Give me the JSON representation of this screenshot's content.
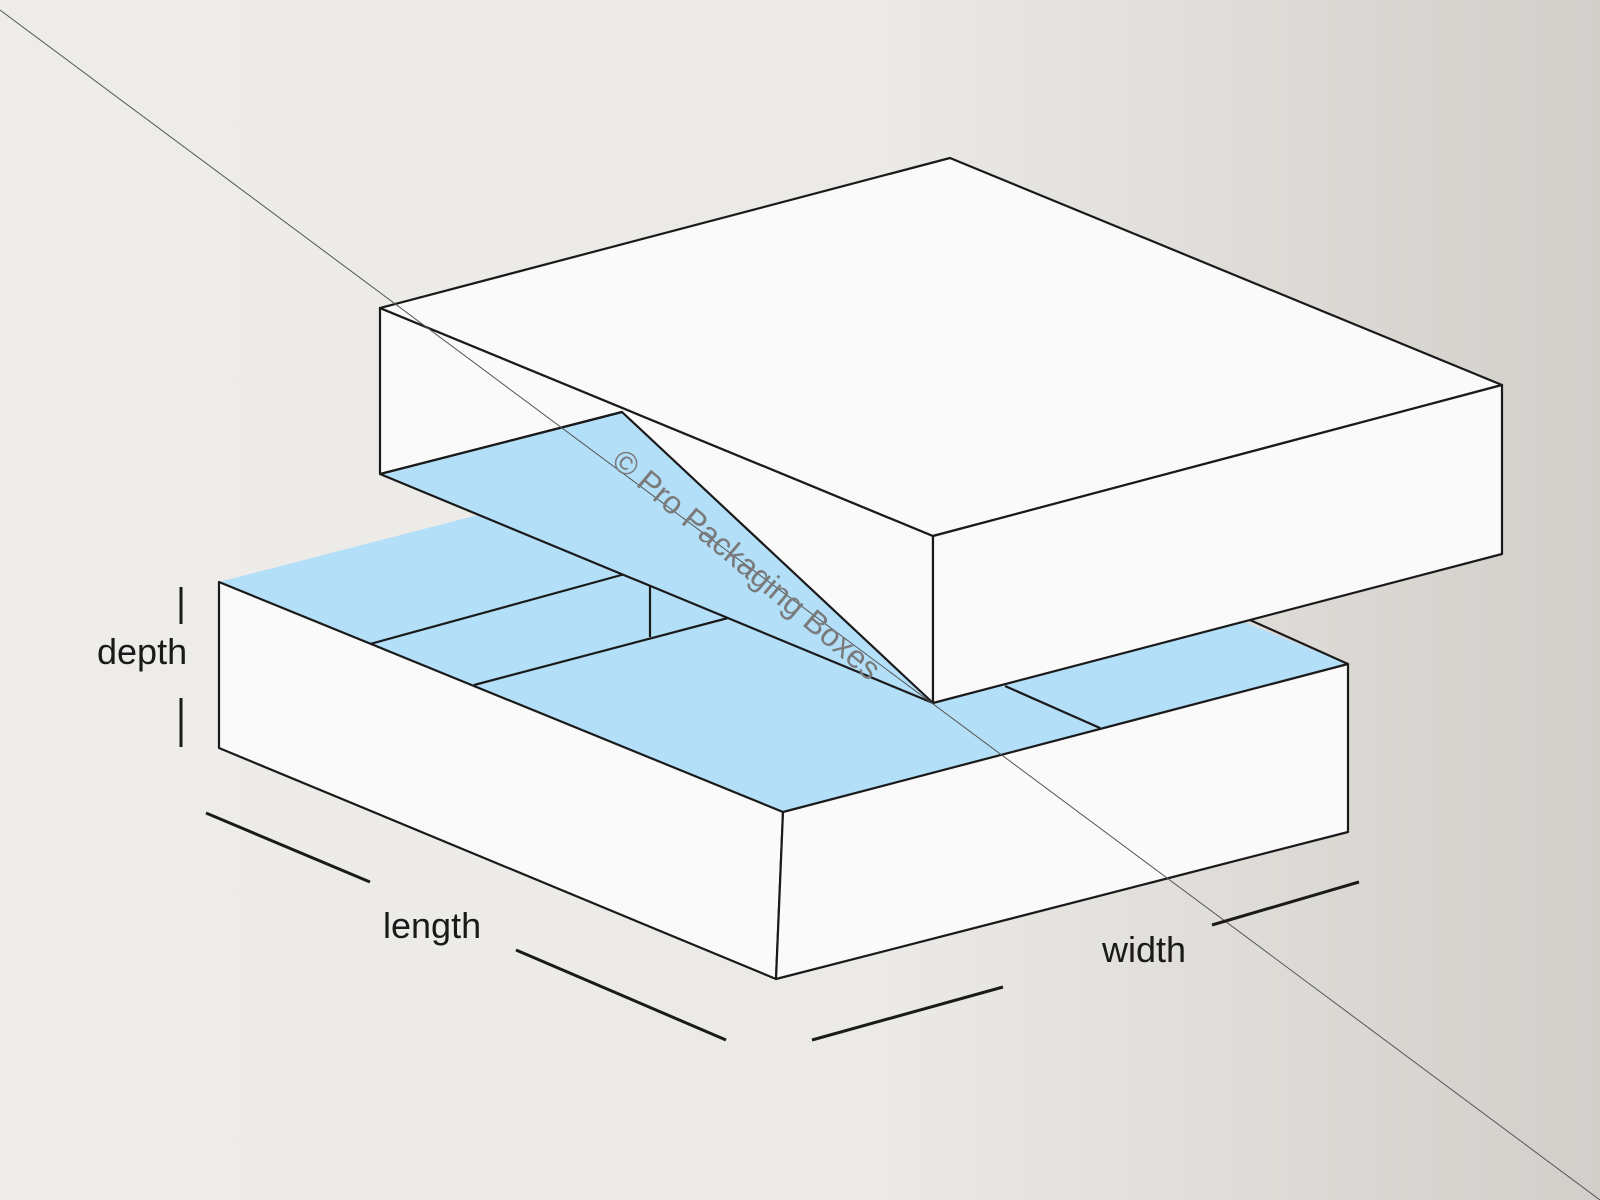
{
  "diagram": {
    "labels": {
      "depth": "depth",
      "length": "length",
      "width": "width"
    },
    "watermark": "© Pro Packaging Boxes",
    "colors": {
      "background_left": "#eeece9",
      "background_right": "#d2cfcb",
      "panel_white": "#fafafa",
      "interior_blue": "#b3dff8",
      "outline": "#1a1a1a"
    }
  }
}
